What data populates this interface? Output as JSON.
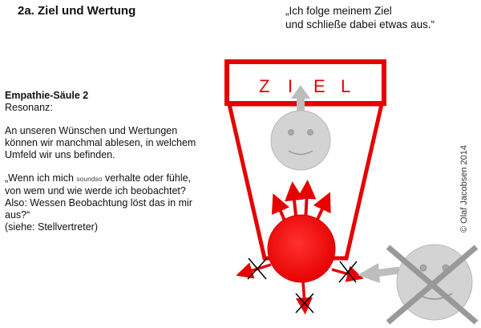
{
  "header": {
    "title": "2a. Ziel und Wertung",
    "quote_line1": "„Ich folge meinem Ziel",
    "quote_line2": "und schließe dabei etwas aus.“"
  },
  "text": {
    "heading": "Empathie-Säule 2",
    "subheading": "Resonanz:",
    "paragraph1_line1": "An unseren Wünschen und Wertungen",
    "paragraph1_line2": "können wir manchmal ablesen, in welchem",
    "paragraph1_line3": "Umfeld wir uns befinden.",
    "paragraph2_line1a": "„Wenn ich mich ",
    "paragraph2_small": "soundso",
    "paragraph2_line1b": " verhalte oder fühle,",
    "paragraph2_line2": "von wem und wie werde ich beobachtet?",
    "paragraph2_line3": "Also: Wessen Beobachtung löst das in mir",
    "paragraph2_line4": "aus?“",
    "paragraph2_line5": "(siehe: Stellvertreter)"
  },
  "diagram": {
    "ziel_letters": [
      "Z",
      "I",
      "E",
      "L"
    ],
    "colors": {
      "red": "#e60000",
      "grey_face": "#d3d3d3",
      "grey_arrow": "#bdbdbd",
      "cross": "#999999"
    }
  },
  "copyright": "© Olaf Jacobsen 2014"
}
